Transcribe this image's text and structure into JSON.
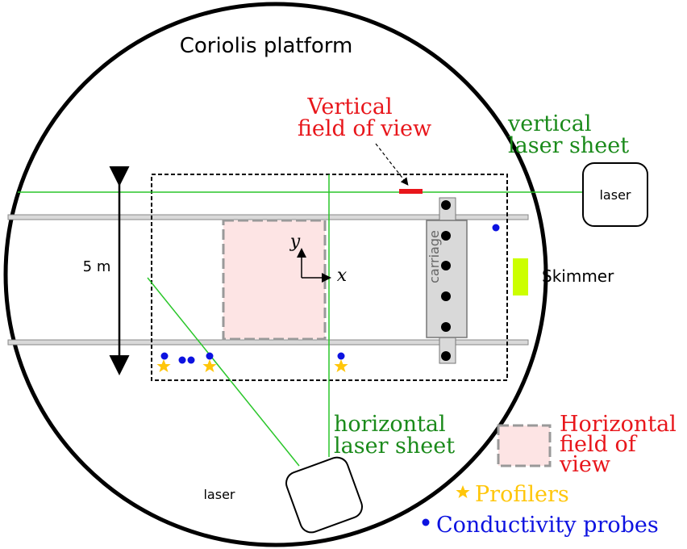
{
  "diagram": {
    "platform_title": "Coriolis platform",
    "vertical_fov_label": [
      "Vertical",
      "field of view"
    ],
    "vertical_laser_sheet_label": [
      "vertical",
      "laser sheet"
    ],
    "laser_top_label": "laser",
    "laser_bottom_label": "laser",
    "distance_label": "5 m",
    "carriage_label": "carriage",
    "skimmer_label": "Skimmer",
    "axis_x_label": "x",
    "axis_y_label": "y",
    "horizontal_laser_sheet_label": [
      "horizontal",
      "laser sheet"
    ]
  },
  "legend": {
    "horizontal_fov_label": [
      "Horizontal",
      "field of",
      "view"
    ],
    "profilers_label": "Profilers",
    "conductivity_label": "Conductivity probes"
  },
  "colors": {
    "red": "#e8161b",
    "green": "#1a8a1a",
    "laser_line": "#2ac62a",
    "blue": "#0c12e0",
    "gold": "#ffc60a",
    "skimmer": "#ccff00",
    "fov_fill": "#fde4e4"
  }
}
